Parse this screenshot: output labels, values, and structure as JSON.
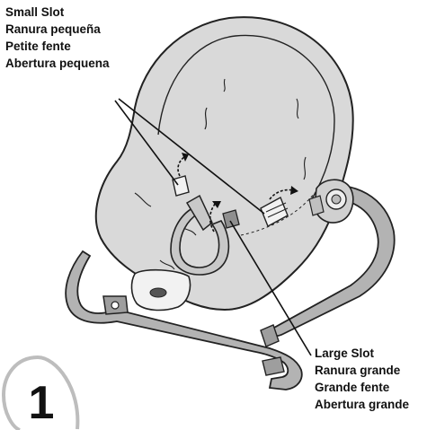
{
  "step": {
    "number": "1"
  },
  "callouts": {
    "small_slot": {
      "lines": [
        "Small Slot",
        "Ranura pequeña",
        "Petite fente",
        "Abertura pequena"
      ]
    },
    "large_slot": {
      "lines": [
        "Large Slot",
        "Ranura grande",
        "Grande fente",
        "Abertura grande"
      ]
    }
  },
  "colors": {
    "seat_fill": "#d9d9d9",
    "frame_fill": "#b3b3b3",
    "outline": "#222222",
    "badge_stroke": "#bdbdbd"
  },
  "icons": {
    "badge": "step-number-badge",
    "arrows": "insert-direction-arrow"
  }
}
